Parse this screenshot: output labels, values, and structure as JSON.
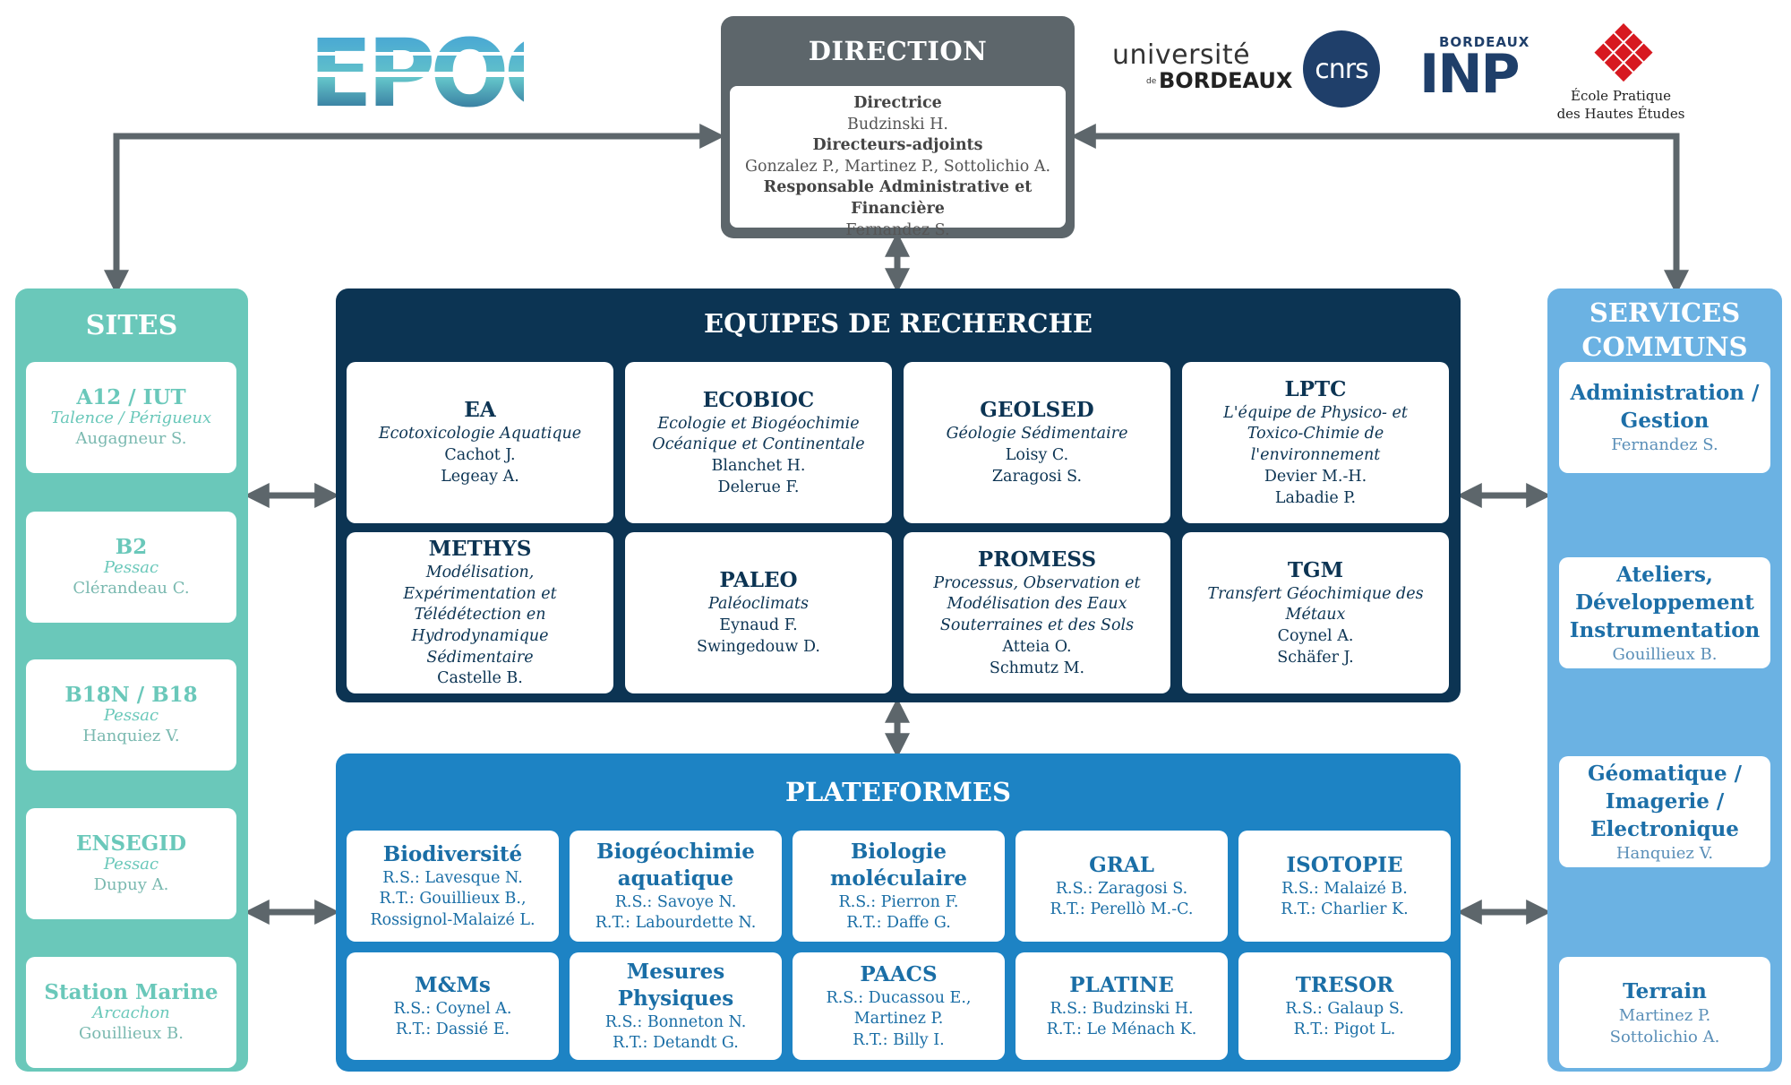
{
  "logos": {
    "epoc": "EPOC",
    "ub_line1": "université",
    "ub_de": "de",
    "ub_line2": "BORDEAUX",
    "cnrs": "cnrs",
    "inp_top": "BORDEAUX",
    "inp_main": "INP",
    "ephe_line1": "École Pratique",
    "ephe_line2": "des Hautes Études"
  },
  "direction": {
    "title": "DIRECTION",
    "lines": [
      {
        "text": "Directrice",
        "bold": true
      },
      {
        "text": "Budzinski H.",
        "bold": false
      },
      {
        "text": "Directeurs-adjoints",
        "bold": true
      },
      {
        "text": "Gonzalez P., Martinez P., Sottolichio A.",
        "bold": false
      },
      {
        "text": "Responsable Administrative et Financière",
        "bold": true
      },
      {
        "text": "Fernandez S.",
        "bold": false
      }
    ]
  },
  "sites": {
    "title": "SITES",
    "items": [
      {
        "name": "A12 / IUT",
        "place": "Talence / Périgueux",
        "person": "Augagneur S."
      },
      {
        "name": "B2",
        "place": "Pessac",
        "person": "Clérandeau C."
      },
      {
        "name": "B18N / B18",
        "place": "Pessac",
        "person": "Hanquiez V."
      },
      {
        "name": "ENSEGID",
        "place": "Pessac",
        "person": "Dupuy A."
      },
      {
        "name": "Station Marine",
        "place": "Arcachon",
        "person": "Gouillieux B."
      }
    ]
  },
  "services": {
    "title_line1": "SERVICES",
    "title_line2": "COMMUNS",
    "items": [
      {
        "title": [
          "Administration /",
          "Gestion"
        ],
        "people": [
          "Fernandez S."
        ]
      },
      {
        "title": [
          "Ateliers,",
          "Développement",
          "Instrumentation"
        ],
        "people": [
          "Gouillieux B."
        ]
      },
      {
        "title": [
          "Géomatique /",
          "Imagerie /",
          "Electronique"
        ],
        "people": [
          "Hanquiez V."
        ]
      },
      {
        "title": [
          "Terrain"
        ],
        "people": [
          "Martinez P.",
          "Sottolichio A."
        ]
      }
    ]
  },
  "equipes": {
    "title": "EQUIPES DE RECHERCHE",
    "items": [
      {
        "name": "EA",
        "desc": [
          "Ecotoxicologie Aquatique"
        ],
        "people": [
          "Cachot J.",
          "Legeay A."
        ]
      },
      {
        "name": "ECOBIOC",
        "desc": [
          "Ecologie et Biogéochimie",
          "Océanique et Continentale"
        ],
        "people": [
          "Blanchet H.",
          "Delerue F."
        ]
      },
      {
        "name": "GEOLSED",
        "desc": [
          "Géologie Sédimentaire"
        ],
        "people": [
          "Loisy C.",
          "Zaragosi S."
        ]
      },
      {
        "name": "LPTC",
        "desc": [
          "L'équipe de Physico- et",
          "Toxico-Chimie de",
          "l'environnement"
        ],
        "people": [
          "Devier M.-H.",
          "Labadie P."
        ]
      },
      {
        "name": "METHYS",
        "desc": [
          "Modélisation,",
          "Expérimentation et",
          "Télédétection en",
          "Hydrodynamique",
          "Sédimentaire"
        ],
        "people": [
          "Castelle B."
        ]
      },
      {
        "name": "PALEO",
        "desc": [
          "Paléoclimats"
        ],
        "people": [
          "Eynaud F.",
          "Swingedouw D."
        ]
      },
      {
        "name": "PROMESS",
        "desc": [
          "Processus, Observation et",
          "Modélisation des Eaux",
          "Souterraines et des Sols"
        ],
        "people": [
          "Atteia O.",
          "Schmutz M."
        ]
      },
      {
        "name": "TGM",
        "desc": [
          "Transfert Géochimique des",
          "Métaux"
        ],
        "people": [
          "Coynel A.",
          "Schäfer J."
        ]
      }
    ]
  },
  "plateformes": {
    "title": "PLATEFORMES",
    "items": [
      {
        "name": [
          "Biodiversité"
        ],
        "people": [
          "R.S.: Lavesque N.",
          "R.T.: Gouillieux B.,",
          "Rossignol-Malaizé L."
        ]
      },
      {
        "name": [
          "Biogéochimie",
          "aquatique"
        ],
        "people": [
          "R.S.: Savoye N.",
          "R.T.: Labourdette N."
        ]
      },
      {
        "name": [
          "Biologie",
          "moléculaire"
        ],
        "people": [
          "R.S.: Pierron F.",
          "R.T.: Daffe G."
        ]
      },
      {
        "name": [
          "GRAL"
        ],
        "people": [
          "R.S.: Zaragosi S.",
          "R.T.: Perellò M.-C."
        ]
      },
      {
        "name": [
          "ISOTOPIE"
        ],
        "people": [
          "R.S.: Malaizé B.",
          "R.T.: Charlier K."
        ]
      },
      {
        "name": [
          "M&Ms"
        ],
        "people": [
          "R.S.: Coynel A.",
          "R.T.: Dassié E."
        ]
      },
      {
        "name": [
          "Mesures",
          "Physiques"
        ],
        "people": [
          "R.S.: Bonneton N.",
          "R.T.: Detandt G."
        ]
      },
      {
        "name": [
          "PAACS"
        ],
        "people": [
          "R.S.: Ducassou E.,",
          "Martinez P.",
          "R.T.: Billy I."
        ]
      },
      {
        "name": [
          "PLATINE"
        ],
        "people": [
          "R.S.: Budzinski H.",
          "R.T.: Le Ménach K."
        ]
      },
      {
        "name": [
          "TRESOR"
        ],
        "people": [
          "R.S.: Galaup S.",
          "R.T.: Pigot L."
        ]
      }
    ]
  },
  "colors": {
    "direction": "#5d666b",
    "sites": "#6ac8ba",
    "services": "#6bb2e3",
    "equipes": "#0c3453",
    "plateformes": "#1d83c4",
    "arrows": "#5d666b"
  }
}
